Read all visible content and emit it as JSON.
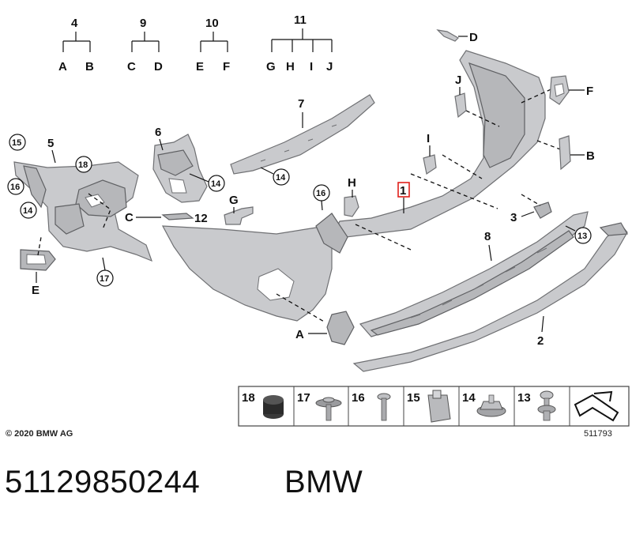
{
  "diagram": {
    "labels": {
      "4": "4",
      "A": "A",
      "B": "B",
      "9": "9",
      "C": "C",
      "D": "D",
      "10": "10",
      "E": "E",
      "F": "F",
      "11": "11",
      "G": "G",
      "H": "H",
      "I": "I",
      "J": "J",
      "7": "7",
      "6": "6",
      "5": "5",
      "8": "8",
      "2": "2",
      "3": "3",
      "12": "12",
      "1": "1",
      "15": "15",
      "16": "16",
      "18": "18",
      "14": "14",
      "17": "17",
      "13": "13"
    },
    "callouts": {
      "D_top": "D",
      "J_side": "J",
      "F_side": "F",
      "B_side": "B",
      "I_mid": "I",
      "H_mid": "H",
      "G_mid": "G",
      "C_left": "C",
      "E_bottom": "E",
      "A_bottom": "A"
    },
    "highlighted_part": "1"
  },
  "legend": {
    "items": [
      {
        "num": "18",
        "icon": "rubber-buffer-icon"
      },
      {
        "num": "17",
        "icon": "screw-with-washer-icon"
      },
      {
        "num": "16",
        "icon": "flat-head-screw-icon"
      },
      {
        "num": "15",
        "icon": "clip-nut-icon"
      },
      {
        "num": "14",
        "icon": "hex-nut-icon"
      },
      {
        "num": "13",
        "icon": "expanding-rivet-icon"
      },
      {
        "num": "",
        "icon": "sheet-metal-bracket-icon"
      }
    ]
  },
  "footer": {
    "copyright": "© 2020 BMW AG",
    "diagram_number": "511793",
    "part_number": "51129850244",
    "brand": "BMW"
  }
}
